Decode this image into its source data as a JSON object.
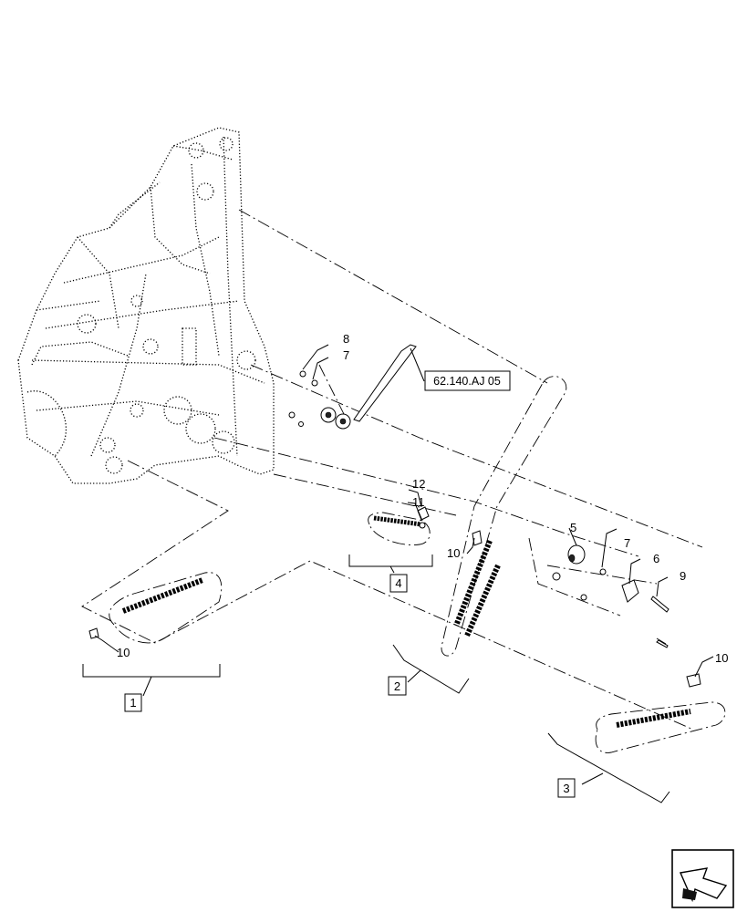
{
  "reference": "62.140.AJ 05",
  "callouts": {
    "c5": "5",
    "c6": "6",
    "c7a": "7",
    "c7b": "7",
    "c8": "8",
    "c9": "9",
    "c10a": "10",
    "c10b": "10",
    "c10c": "10",
    "c11": "11",
    "c12": "12"
  },
  "groups": {
    "g1": "1",
    "g2": "2",
    "g3": "3",
    "g4": "4"
  },
  "icons": {
    "nav": "next-page-arrow-icon"
  }
}
